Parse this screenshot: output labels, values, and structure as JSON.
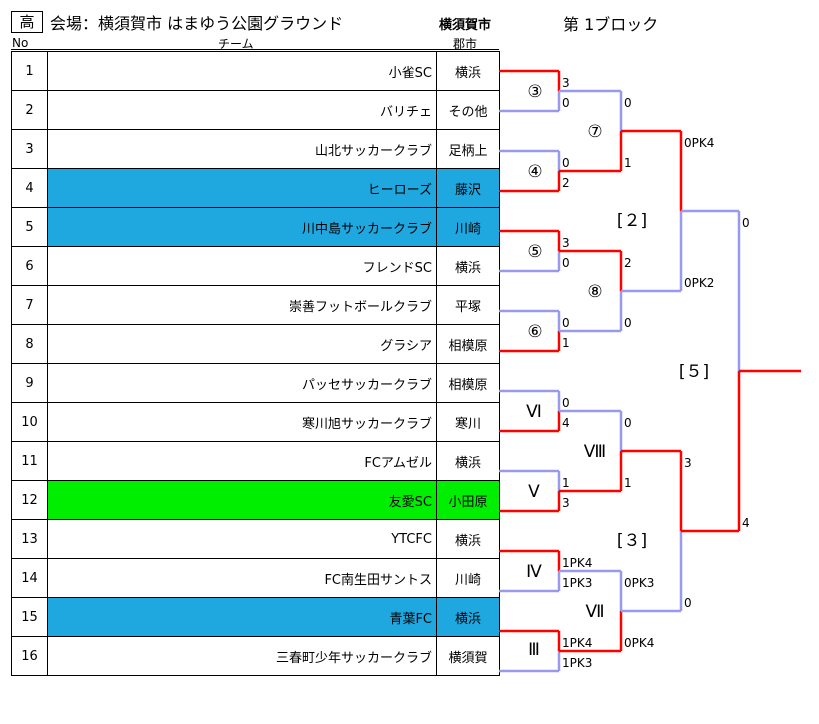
{
  "header": {
    "tag": "高",
    "venue": "会場：横須賀市 はまゆう公園グラウンド",
    "city": "横須賀市",
    "block": "第 1ブロック"
  },
  "columns": {
    "no": "No",
    "team": "チーム",
    "city": "郡市"
  },
  "teams": [
    {
      "no": "1",
      "name": "小雀SC",
      "city": "横浜",
      "hl": ""
    },
    {
      "no": "2",
      "name": "バリチェ",
      "city": "その他",
      "hl": ""
    },
    {
      "no": "3",
      "name": "山北サッカークラブ",
      "city": "足柄上",
      "hl": ""
    },
    {
      "no": "4",
      "name": "ヒーローズ",
      "city": "藤沢",
      "hl": "blue"
    },
    {
      "no": "5",
      "name": "川中島サッカークラブ",
      "city": "川崎",
      "hl": "blue"
    },
    {
      "no": "6",
      "name": "フレンドSC",
      "city": "横浜",
      "hl": ""
    },
    {
      "no": "7",
      "name": "崇善フットボールクラブ",
      "city": "平塚",
      "hl": ""
    },
    {
      "no": "8",
      "name": "グラシア",
      "city": "相模原",
      "hl": ""
    },
    {
      "no": "9",
      "name": "パッセサッカークラブ",
      "city": "相模原",
      "hl": ""
    },
    {
      "no": "10",
      "name": "寒川旭サッカークラブ",
      "city": "寒川",
      "hl": ""
    },
    {
      "no": "11",
      "name": "FCアムゼル",
      "city": "横浜",
      "hl": ""
    },
    {
      "no": "12",
      "name": "友愛SC",
      "city": "小田原",
      "hl": "green"
    },
    {
      "no": "13",
      "name": "YTCFC",
      "city": "横浜",
      "hl": ""
    },
    {
      "no": "14",
      "name": "FC南生田サントス",
      "city": "川崎",
      "hl": ""
    },
    {
      "no": "15",
      "name": "青葉FC",
      "city": "横浜",
      "hl": "blue"
    },
    {
      "no": "16",
      "name": "三春町少年サッカークラブ",
      "city": "横須賀",
      "hl": ""
    }
  ],
  "matches": [
    {
      "label": "③",
      "scores": [
        "3",
        "0"
      ]
    },
    {
      "label": "④",
      "scores": [
        "0",
        "2"
      ]
    },
    {
      "label": "⑤",
      "scores": [
        "3",
        "0"
      ]
    },
    {
      "label": "⑥",
      "scores": [
        "0",
        "1"
      ]
    },
    {
      "label": "Ⅵ",
      "scores": [
        "0",
        "4"
      ]
    },
    {
      "label": "Ⅴ",
      "scores": [
        "1",
        "3"
      ]
    },
    {
      "label": "Ⅳ",
      "scores": [
        "1PK4",
        "1PK3"
      ]
    },
    {
      "label": "Ⅲ",
      "scores": [
        "1PK4",
        "1PK3"
      ]
    },
    {
      "label": "⑦",
      "scores": [
        "0",
        "1"
      ]
    },
    {
      "label": "⑧",
      "scores": [
        "2",
        "0"
      ]
    },
    {
      "label": "Ⅷ",
      "scores": [
        "0",
        "1"
      ]
    },
    {
      "label": "Ⅶ",
      "scores": [
        "0PK3",
        "0PK4"
      ]
    },
    {
      "label": "[２]",
      "scores": [
        "0PK4",
        "0PK2"
      ]
    },
    {
      "label": "[３]",
      "scores": [
        "3",
        "0"
      ]
    },
    {
      "label": "[５]",
      "scores": [
        "0",
        "4"
      ]
    }
  ],
  "colors": {
    "winner": "#ff0000",
    "loser": "#9999ee",
    "blue_row": "#1fa8e0",
    "green_row": "#00ee00"
  }
}
